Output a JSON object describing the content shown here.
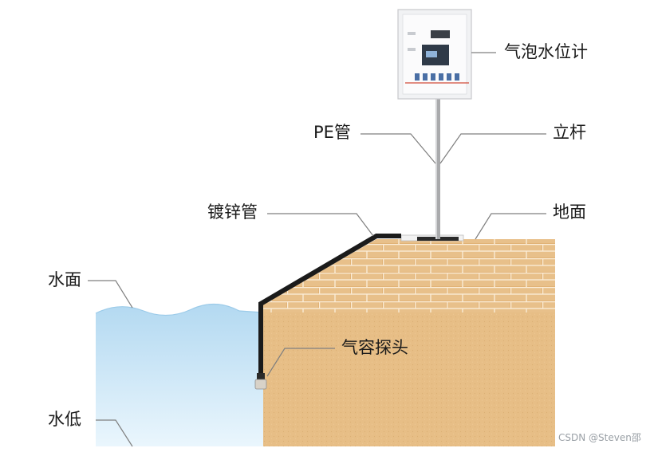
{
  "labels": {
    "bubble_meter": "气泡水位计",
    "pe_pipe": "PE管",
    "pole": "立杆",
    "galvanized_pipe": "镀锌管",
    "ground": "地面",
    "water_surface": "水面",
    "probe": "气容探头",
    "water_low": "水低"
  },
  "watermark": "CSDN @Steven邵",
  "colors": {
    "water_top": "#b7dcf2",
    "water_bottom": "#e9f5fc",
    "soil": "#e7be86",
    "brick": "#e1b276",
    "mortar": "#fbecd6",
    "pipe": "#1b1b1b",
    "leader": "#7f7f7f",
    "cabinet": "#f3f4f6"
  }
}
